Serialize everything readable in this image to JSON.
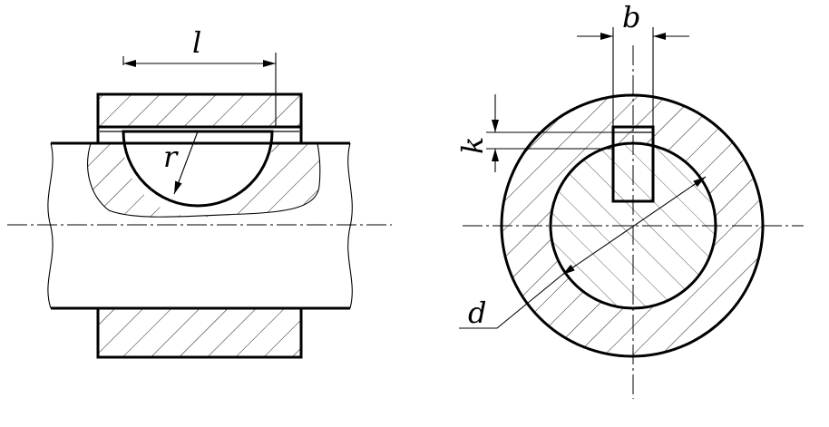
{
  "labels": {
    "length": "l",
    "radius": "r",
    "width": "b",
    "depth": "k",
    "diameter": "d"
  }
}
